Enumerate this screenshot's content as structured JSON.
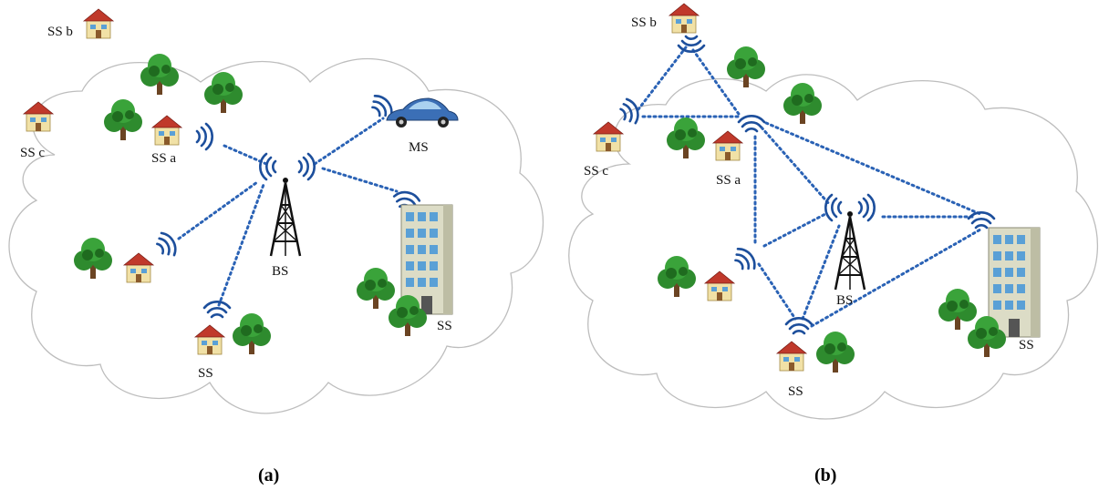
{
  "panel_a": {
    "caption": "(a)",
    "labels": {
      "bs": "BS",
      "ms": "MS",
      "ss_a": "SS a",
      "ss_b": "SS b",
      "ss_c": "SS c",
      "ss_bottom": "SS",
      "ss_building": "SS"
    }
  },
  "panel_b": {
    "caption": "(b)",
    "labels": {
      "bs": "BS",
      "ss_a": "SS a",
      "ss_b": "SS b",
      "ss_c": "SS c",
      "ss_bottom": "SS",
      "ss_building": "SS"
    }
  },
  "icons": [
    "base-station-tower-icon",
    "house-icon",
    "tree-icon",
    "car-icon",
    "office-building-icon",
    "wireless-signal-icon"
  ],
  "colors": {
    "link": "#2a62b5",
    "cloud_outline": "#bdbdbd",
    "roof": "#c0392b",
    "tree": "#2e8b2e"
  }
}
